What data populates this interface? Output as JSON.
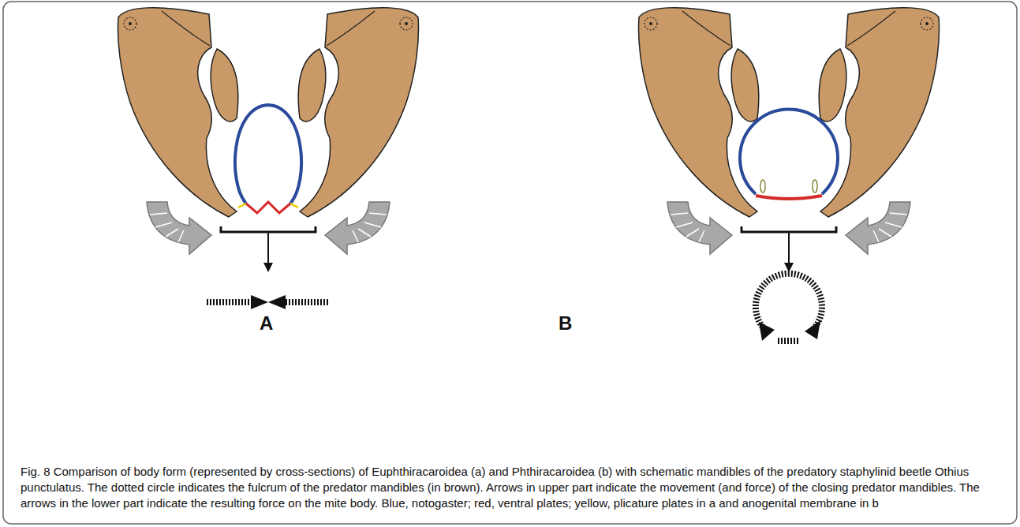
{
  "diagram": {
    "caption": "Fig. 8 Comparison of body form (represented by cross-sections) of Euphthiracaroidea (a) and Phthiracaroidea (b) with schematic mandibles of the predatory staphylinid beetle Othius punctulatus. The dotted circle indicates the fulcrum of the predator mandibles (in brown). Arrows in upper part indicate the movement (and force) of the closing predator mandibles. The arrows in the lower part indicate the resulting force on the mite body. Blue, notogaster; red, ventral plates; yellow, plicature plates in a and anogenital membrane in b",
    "labels": [
      "A",
      "B"
    ]
  }
}
